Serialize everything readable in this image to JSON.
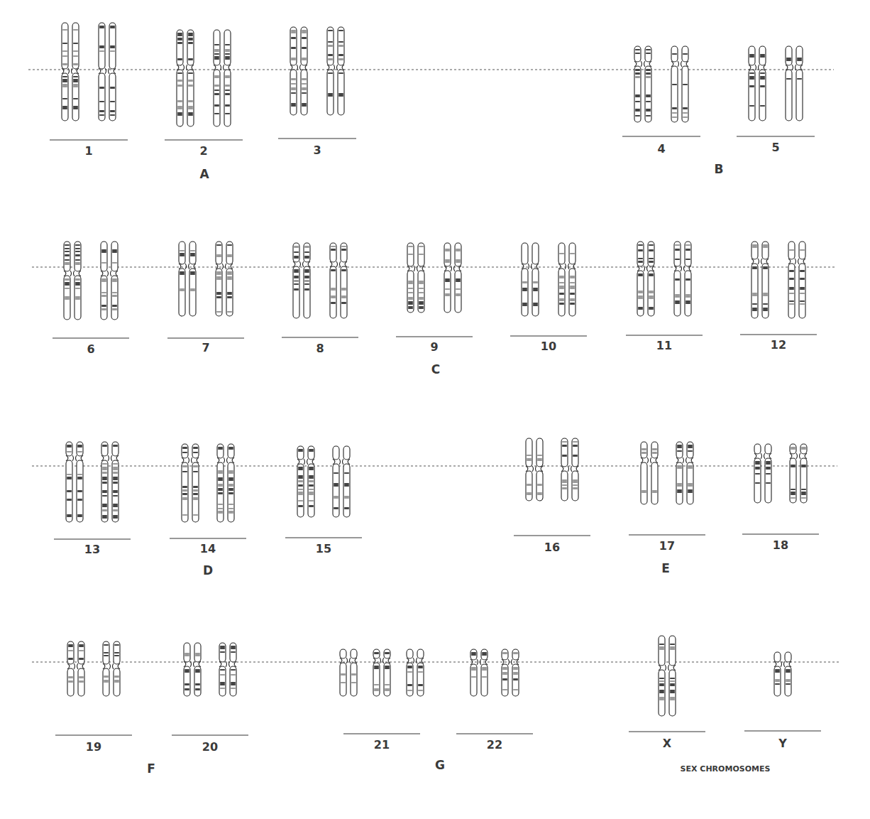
{
  "diagram": {
    "labels": [
      "1",
      "2",
      "3",
      "A",
      "4",
      "5",
      "B",
      "6",
      "7",
      "8",
      "9",
      "10",
      "11",
      "12",
      "C",
      "13",
      "14",
      "15",
      "D",
      "16",
      "17",
      "18",
      "E",
      "19",
      "20",
      "F",
      "21",
      "22",
      "G",
      "X",
      "Y",
      "SEX CHROMOSOMES"
    ]
  }
}
